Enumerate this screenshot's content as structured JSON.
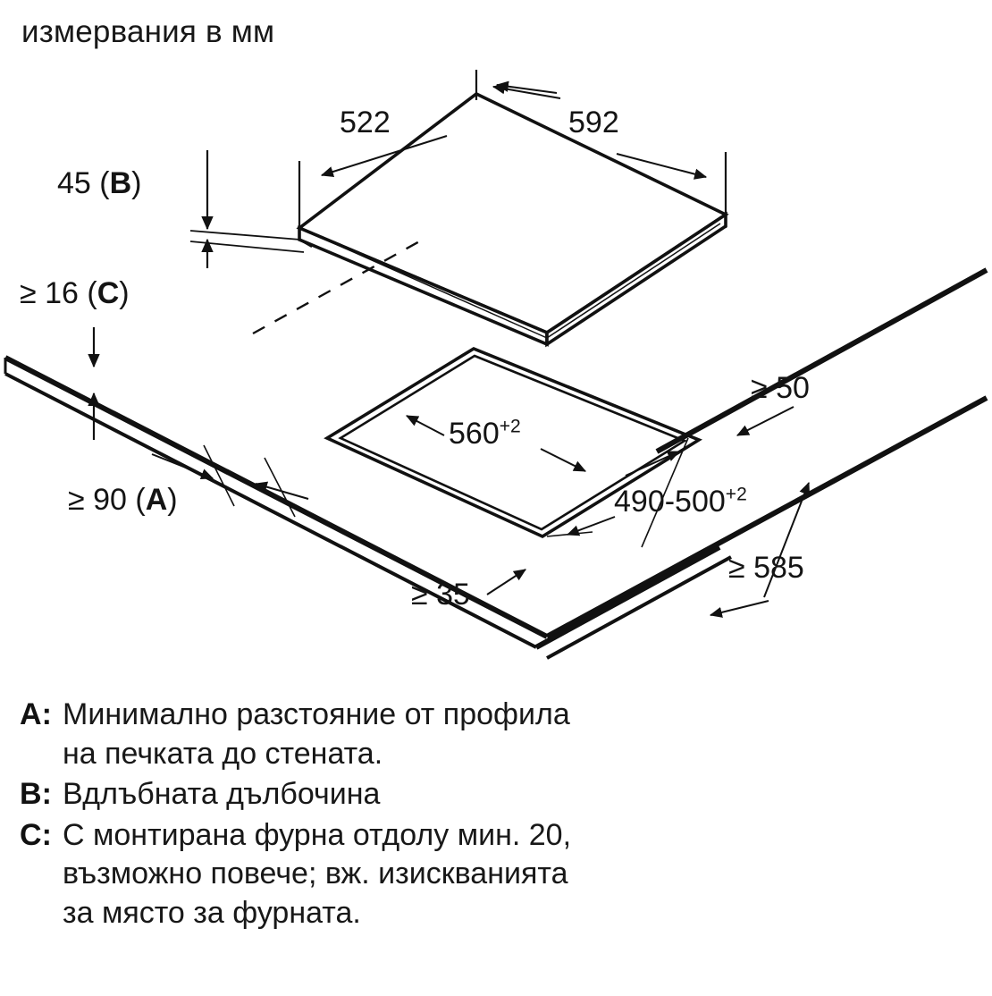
{
  "title": "измервания в мм",
  "units_note": "mm",
  "dimensions": {
    "depth_top": "522",
    "width_top": "592",
    "recess_depth": "45 (B)",
    "worktop_thickness": "≥ 16 (C)",
    "wall_distance": "≥ 90 (A)",
    "cutout_width": "560",
    "cutout_width_tol": "+2",
    "cutout_depth": "490-500",
    "cutout_depth_tol": "+2",
    "rear_clearance": "≥ 50",
    "cabinet_width": "≥ 585",
    "front_clearance": "≥ 35"
  },
  "legend": [
    {
      "key": "A",
      "lines": [
        "Минимално разстояние от профила",
        "на печката до стената."
      ]
    },
    {
      "key": "B",
      "lines": [
        "Вдлъбната дълбочина"
      ]
    },
    {
      "key": "C",
      "lines": [
        "С монтирана фурна отдолу мин. 20,",
        "възможно повече; вж. изискванията",
        "за място за фурната."
      ]
    }
  ],
  "colors": {
    "line": "#111111",
    "text": "#181818",
    "background": "#ffffff"
  }
}
